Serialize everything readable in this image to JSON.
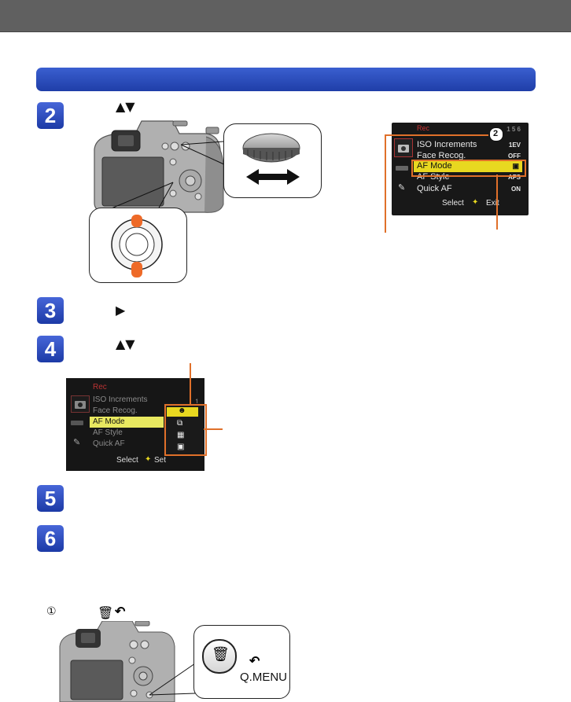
{
  "step_numbers": {
    "s2": "2",
    "s3": "3",
    "s4": "4",
    "s5": "5",
    "s6": "6"
  },
  "glyphs": {
    "up_down": "▲▼",
    "right": "▶",
    "circled_one": "①"
  },
  "menu_top": {
    "tab": "Rec",
    "page": "1 5 6",
    "callout_number": "2",
    "items": [
      {
        "label": "ISO Increments",
        "value": "1EV"
      },
      {
        "label": "Face Recog.",
        "value": "OFF"
      },
      {
        "label": "AF Mode",
        "value": "▣"
      },
      {
        "label": "AF Style",
        "value": "AFS"
      },
      {
        "label": "Quick AF",
        "value": "ON"
      }
    ],
    "footer_select": "Select",
    "footer_action": "Exit"
  },
  "menu_bottom": {
    "tab": "Rec",
    "page_fragment": "1",
    "items": [
      "ISO Increments",
      "Face Recog.",
      "AF Mode",
      "AF Style",
      "Quick AF"
    ],
    "footer_select": "Select",
    "footer_action": "Set"
  },
  "qmenu_label": "Q.MENU",
  "colors": {
    "step_blue": "#2a4bc0",
    "highlight_yellow": "#e8d820",
    "callout_orange": "#e0702a",
    "header_gray": "#606060"
  }
}
